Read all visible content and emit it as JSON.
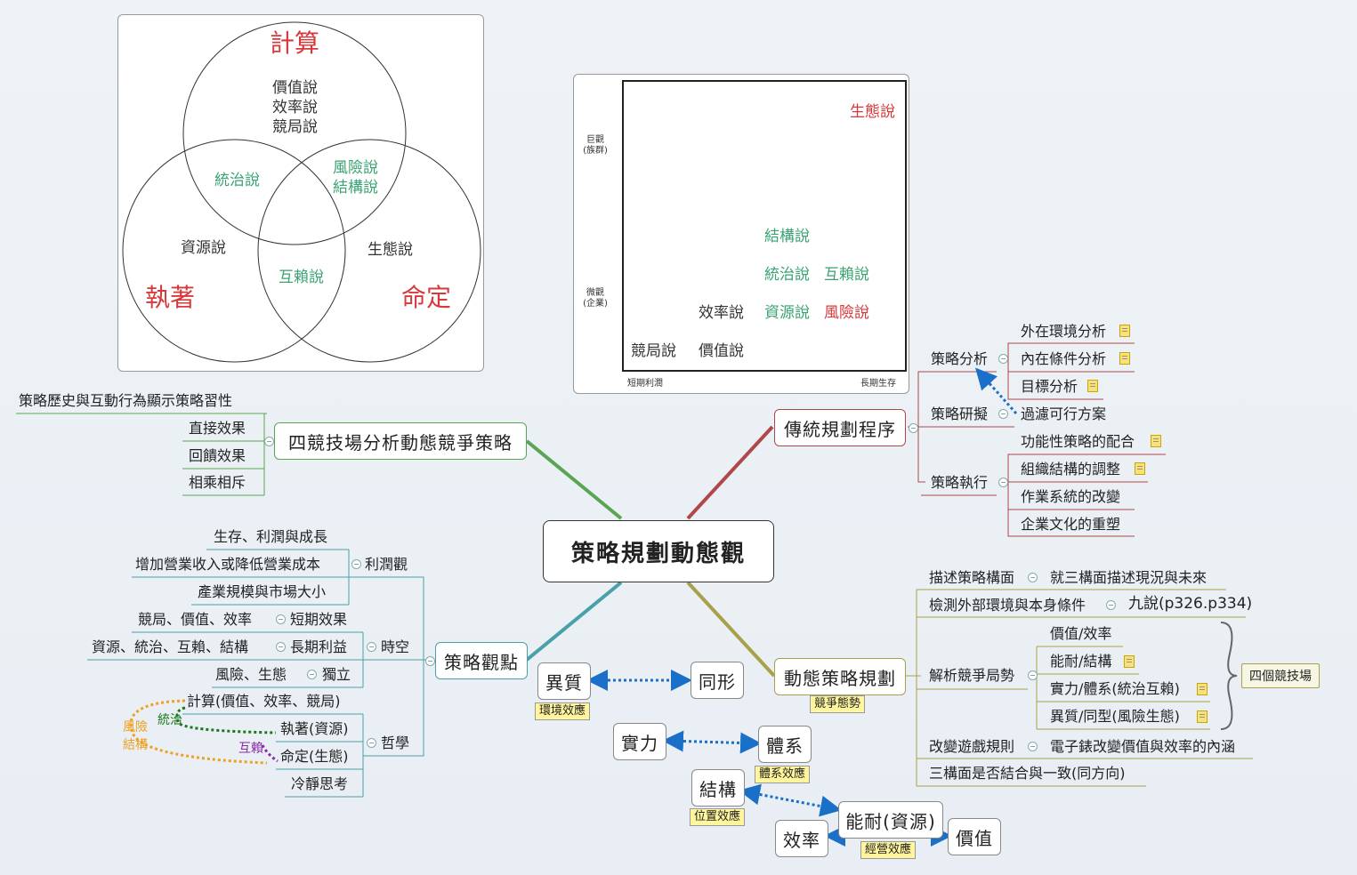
{
  "central": "策略規劃動態觀",
  "venn": {
    "top_title": "計算",
    "top_items": [
      "價值說",
      "效率說",
      "競局說"
    ],
    "left_title": "執著",
    "right_title": "命定",
    "tl_overlap": "統治說",
    "tr_overlap": [
      "風險說",
      "結構說"
    ],
    "left_only": "資源說",
    "right_only": "生態說",
    "bottom_overlap": "互賴說"
  },
  "matrix": {
    "y_top": [
      "巨觀",
      "(族群)"
    ],
    "y_mid": [
      "微觀",
      "(企業)"
    ],
    "x_left": "短期利潤",
    "x_right": "長期生存",
    "ecology": "生態說",
    "structure": "結構說",
    "governance": "統治說",
    "interdependence": "互賴說",
    "efficiency": "效率說",
    "resource": "資源說",
    "risk": "風險說",
    "game": "競局說",
    "value": "價值說"
  },
  "four_arenas": {
    "title": "四競技場分析動態競爭策略",
    "above": "策略歷史與互動行為顯示策略習性",
    "children": [
      "直接效果",
      "回饋效果",
      "相乘相斥"
    ]
  },
  "traditional": {
    "title": "傳統規劃程序",
    "analysis": "策略分析",
    "analysis_items": [
      "外在環境分析",
      "內在條件分析",
      "目標分析"
    ],
    "drafting": "策略研擬",
    "drafting_item": "過濾可行方案",
    "execution": "策略執行",
    "execution_items": [
      "功能性策略的配合",
      "組織結構的調整",
      "作業系統的改變",
      "企業文化的重塑"
    ]
  },
  "viewpoint": {
    "title": "策略觀點",
    "profit": "利潤觀",
    "profit_items": [
      "生存、利潤與成長",
      "增加營業收入或降低營業成本",
      "產業規模與市場大小"
    ],
    "spacetime": "時空",
    "short_term": "短期效果",
    "short_term_item": "競局、價值、效率",
    "long_term": "長期利益",
    "long_term_item": "資源、統治、互賴、結構",
    "independent": "獨立",
    "independent_item": "風險、生態",
    "philosophy": "哲學",
    "philosophy_items": [
      "計算(價值、效率、競局)",
      "執著(資源)",
      "命定(生態)",
      "冷靜思考"
    ],
    "rel_governance": "統治",
    "rel_interdep": "互賴",
    "rel_risk": "風險",
    "rel_struct": "結構"
  },
  "dynamic": {
    "title": "動態策略規劃",
    "tag": "競爭態勢",
    "describe": "描述策略構面",
    "describe_item": "就三構面描述現況與未來",
    "detect": "檢測外部環境與本身條件",
    "detect_item": "九說(p326.p334)",
    "analyze": "解析競爭局勢",
    "analyze_items": [
      "價值/效率",
      "能耐/結構",
      "實力/體系(統治互賴)",
      "異質/同型(風險生態)"
    ],
    "arena_label": "四個競技場",
    "change": "改變遊戲規則",
    "change_item": "電子錶改變價值與效率的內涵",
    "consistency": "三構面是否結合與一致(同方向)"
  },
  "effects": {
    "heterogeneity": "異質",
    "isomorphism": "同形",
    "env_effect": "環境效應",
    "strength": "實力",
    "system": "體系",
    "system_effect": "體系效應",
    "structure": "結構",
    "position_effect": "位置效應",
    "capability": "能耐(資源)",
    "efficiency": "效率",
    "value": "價值",
    "operating_effect": "經營效應"
  },
  "colors": {
    "red_branch": "#b0474a",
    "green_branch": "#5aa553",
    "teal_branch": "#4aa0a8",
    "olive_branch": "#a8a04a",
    "arrow_blue": "#1a6fc8"
  }
}
